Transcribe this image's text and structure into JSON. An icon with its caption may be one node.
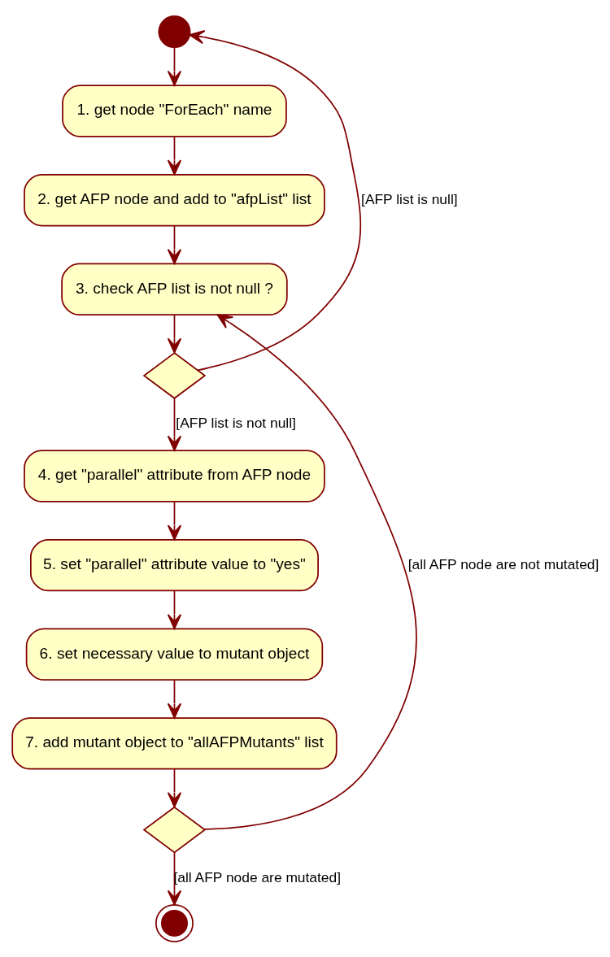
{
  "diagram": {
    "nodes": [
      {
        "text": [],
        "shape": "circle"
      },
      {
        "text": [
          "1. get node \"ForEach\" name"
        ]
      },
      {
        "text": [
          "2. get AFP node and add to \"afpList\" list"
        ]
      },
      {
        "text": [
          "3. check AFP list is not null ?"
        ]
      },
      {
        "text": [],
        "shape": "diamond"
      },
      {
        "text": [
          "4. get \"parallel\" attribute from AFP node"
        ]
      },
      {
        "text": [
          "5. set \"parallel\" attribute value to \"yes\""
        ]
      },
      {
        "text": [
          "6. set necessary value to mutant object"
        ]
      },
      {
        "text": [
          "7. add mutant object to \"allAFPMutants\" list"
        ]
      },
      {
        "text": [],
        "shape": "diamond"
      },
      {
        "text": [],
        "shape": "bullseye"
      }
    ],
    "edges": [
      {
        "from": 0,
        "to": 1,
        "arrow": "to"
      },
      {
        "from": 1,
        "to": 2,
        "arrow": "to"
      },
      {
        "from": 2,
        "to": 3,
        "arrow": "to"
      },
      {
        "from": 3,
        "to": 4,
        "arrow": "to"
      },
      {
        "from": 4,
        "to": 0,
        "arrow": "to",
        "label": "[AFP list is null]"
      },
      {
        "from": 4,
        "to": 5,
        "arrow": "to",
        "label": "[AFP list is not null]"
      },
      {
        "from": 5,
        "to": 6,
        "arrow": "to"
      },
      {
        "from": 6,
        "to": 7,
        "arrow": "to"
      },
      {
        "from": 7,
        "to": 8,
        "arrow": "to"
      },
      {
        "from": 8,
        "to": 9,
        "arrow": "to"
      },
      {
        "from": 9,
        "to": 3,
        "arrow": "to",
        "label": "[all AFP node are not mutated]"
      },
      {
        "from": 9,
        "to": 10,
        "arrow": "to",
        "label": "[all AFP node are mutated]"
      }
    ]
  }
}
